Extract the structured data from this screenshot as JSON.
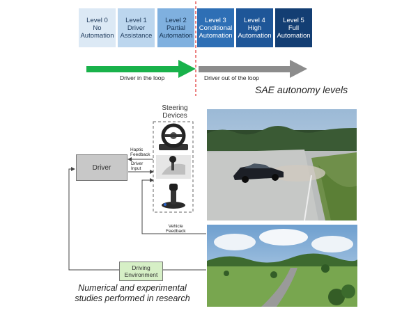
{
  "levels": [
    {
      "title": "Level 0",
      "line1": "No",
      "line2": "Automation",
      "bg": "#dce9f5",
      "fg": "#1f3b5c"
    },
    {
      "title": "Level 1",
      "line1": "Driver",
      "line2": "Assistance",
      "bg": "#bcd6ee",
      "fg": "#1f3b5c"
    },
    {
      "title": "Level 2",
      "line1": "Partial",
      "line2": "Automation",
      "bg": "#7fb0df",
      "fg": "#14304f"
    },
    {
      "title": "Level 3",
      "line1": "Conditional",
      "line2": "Automation",
      "bg": "#2e6fb5",
      "fg": "#ffffff"
    },
    {
      "title": "Level 4",
      "line1": "High",
      "line2": "Automation",
      "bg": "#1e5698",
      "fg": "#ffffff"
    },
    {
      "title": "Level 5",
      "line1": "Full",
      "line2": "Automation",
      "bg": "#133e73",
      "fg": "#ffffff"
    }
  ],
  "arrows": {
    "in_loop": "Driver in the loop",
    "out_loop": "Driver out of the loop",
    "in_color": "#19b24b",
    "out_color": "#8c8c8c",
    "divider_color": "#e03030"
  },
  "sae_caption": "SAE autonomy levels",
  "diagram": {
    "steering_title_1": "Steering",
    "steering_title_2": "Devices",
    "driver": "Driver",
    "haptic_1": "Haptic",
    "haptic_2": "Feedback",
    "input_1": "Driver",
    "input_2": "Input",
    "vehicle_1": "Vehicle",
    "vehicle_2": "Feedback",
    "env_1": "Driving",
    "env_2": "Environment"
  },
  "bottom_caption_1": "Numerical and experimental",
  "bottom_caption_2": "studies performed in research",
  "icons": [
    "steering-wheel-icon",
    "gear-shifter-icon",
    "joystick-icon"
  ]
}
